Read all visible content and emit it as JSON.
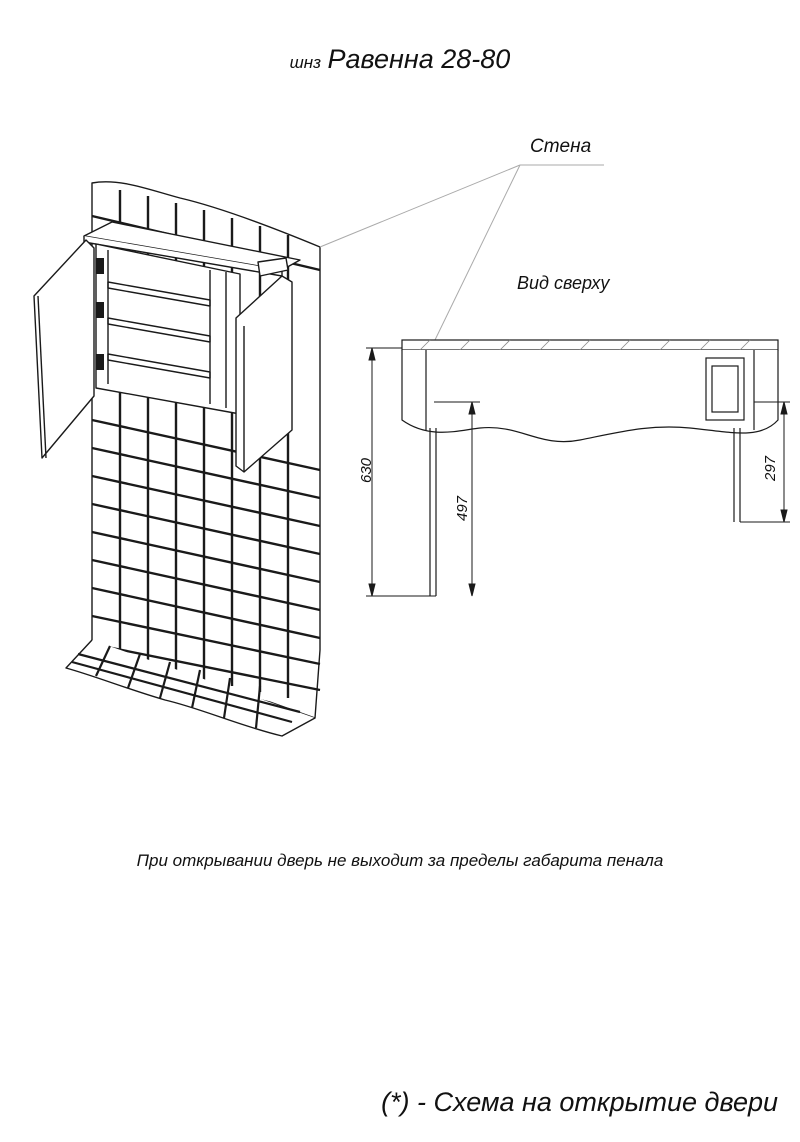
{
  "title": {
    "prefix": "шнз",
    "name": "Равенна 28-80"
  },
  "labels": {
    "wall": "Стена",
    "top_view": "Вид сверху"
  },
  "dimensions": {
    "height": "630",
    "depth": "497",
    "door_depth": "297"
  },
  "note": "При открывании дверь не выходит за пределы габарита пенала",
  "legend": "(*) - Схема на открытие двери",
  "colors": {
    "line": "#1a1a1a",
    "leader": "#aaaaaa",
    "background": "#ffffff"
  }
}
